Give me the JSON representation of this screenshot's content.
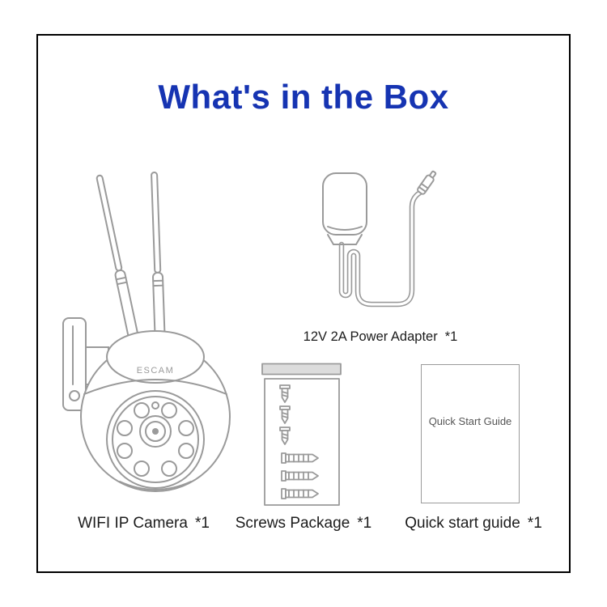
{
  "page": {
    "title": "What's in the Box"
  },
  "colors": {
    "title_blue": "#1634b2",
    "line_art_gray": "#9a9a9a",
    "text_dark": "#1c1c1c"
  },
  "items": {
    "camera": {
      "label": "WIFI IP Camera",
      "qty": "*1",
      "brand": "ESCAM"
    },
    "adapter": {
      "label": "12V 2A Power Adapter",
      "qty": "*1"
    },
    "screws": {
      "label": "Screws Package",
      "qty": "*1"
    },
    "guide": {
      "label": "Quick start guide",
      "qty": "*1",
      "cover_text": "Quick Start Guide"
    }
  }
}
